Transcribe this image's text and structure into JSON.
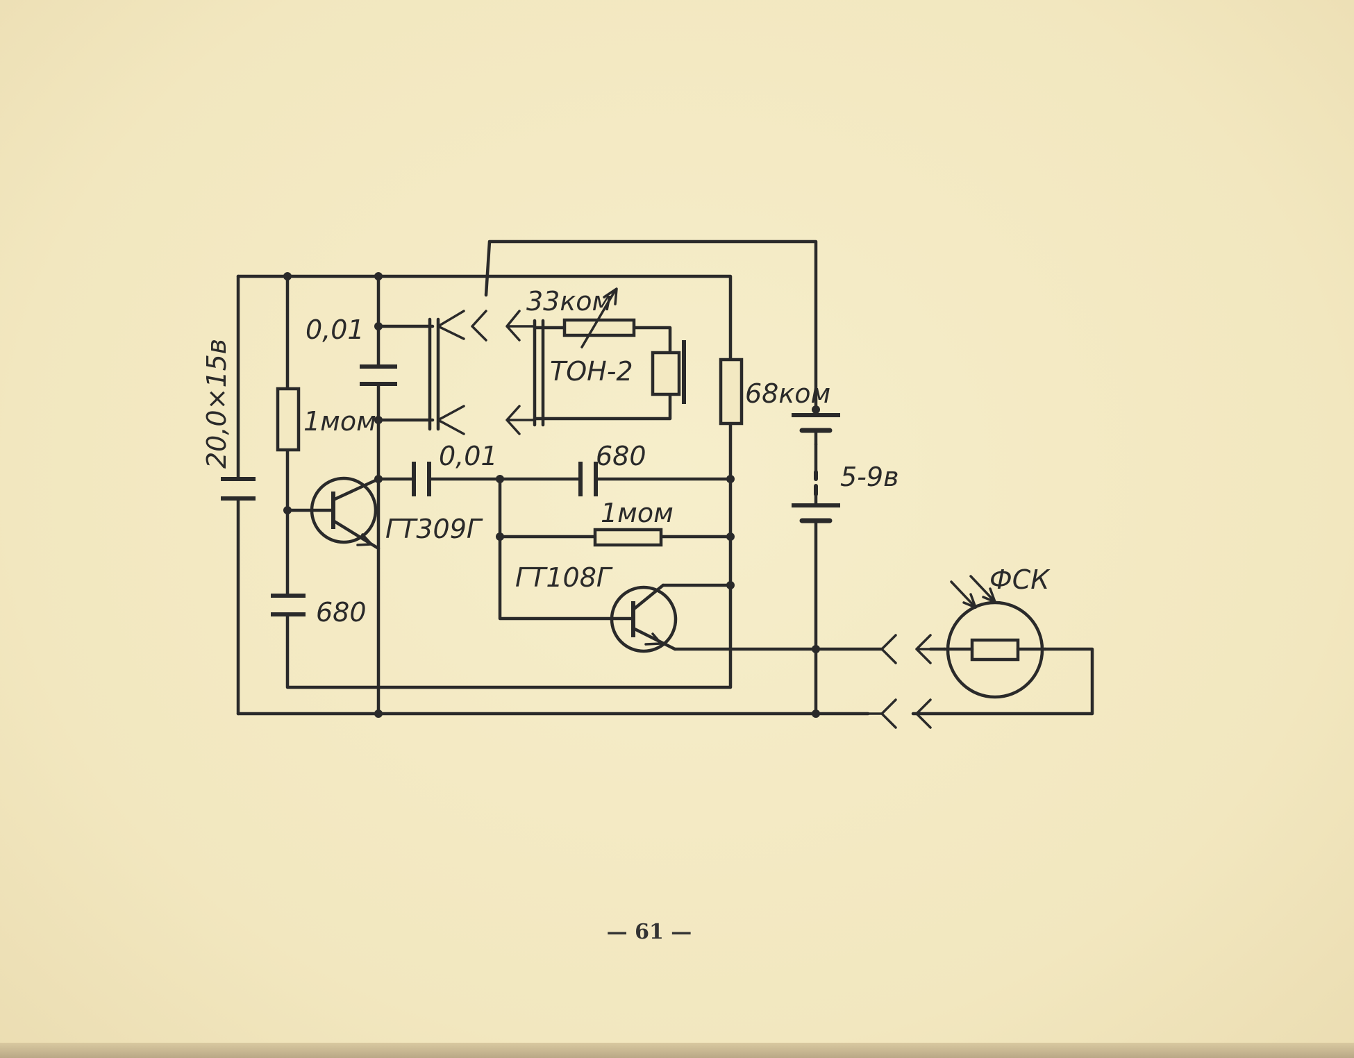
{
  "labels": {
    "c_big": "20,0×15в",
    "c_001_top": "0,01",
    "r_1mom_left": "1мом",
    "r_33kom": "33ком",
    "earphone": "ТОН-2",
    "r_68kom": "68ком",
    "c_001_mid": "0,01",
    "c_680_top": "680",
    "battery": "5-9в",
    "t1": "ГТ309Г",
    "r_1mom_right": "1мом",
    "t2": "ГТ108Г",
    "c_680_bottom": "680",
    "photoresistor": "ФСК"
  },
  "page_number": "— 61 —"
}
